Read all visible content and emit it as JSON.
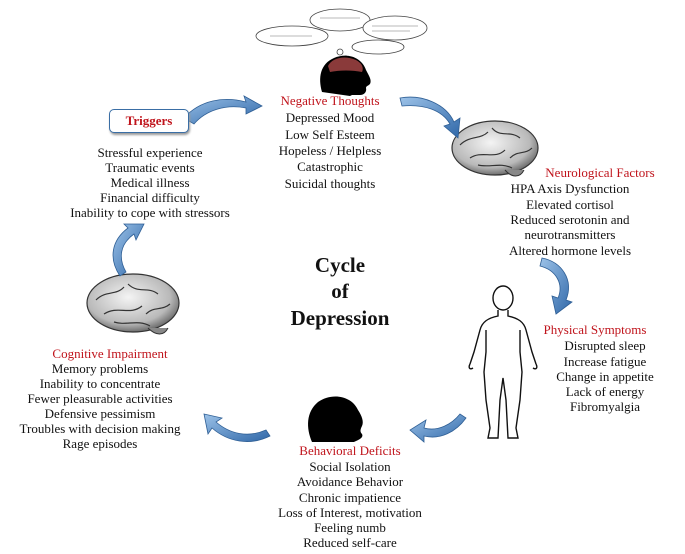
{
  "title": {
    "line1": "Cycle",
    "line2": "of",
    "line3": "Depression"
  },
  "negative_thoughts": {
    "heading": "Negative Thoughts",
    "items": [
      "Depressed Mood",
      "Low Self Esteem",
      "Hopeless / Helpless",
      "Catastrophic",
      "Suicidal thoughts"
    ]
  },
  "neurological": {
    "heading": "Neurological Factors",
    "items": [
      "HPA Axis Dysfunction",
      "Elevated cortisol",
      "Reduced serotonin and",
      "neurotransmitters",
      "Altered hormone levels"
    ]
  },
  "physical": {
    "heading": "Physical Symptoms",
    "items": [
      "Disrupted sleep",
      "Increase fatigue",
      "Change in appetite",
      "Lack of energy",
      "Fibromyalgia"
    ]
  },
  "behavioral": {
    "heading": "Behavioral Deficits",
    "items": [
      "Social Isolation",
      "Avoidance Behavior",
      "Chronic impatience",
      "Loss of Interest, motivation",
      "Feeling numb",
      "Reduced self-care"
    ]
  },
  "cognitive": {
    "heading": "Cognitive Impairment",
    "items": [
      "Memory problems",
      "Inability to concentrate",
      "Fewer pleasurable activities",
      "Defensive pessimism",
      "Troubles with decision making",
      "Rage episodes"
    ]
  },
  "triggers": {
    "heading": "Triggers",
    "items": [
      "Stressful experience",
      "Traumatic events",
      "Medical illness",
      "Financial difficulty",
      "Inability to cope with stressors"
    ]
  },
  "colors": {
    "heading": "#c0141c",
    "arrow": "#4a7fb8",
    "text": "#111111"
  },
  "icons": [
    "thought-bubble-icon",
    "head-silhouette-icon",
    "brain-icon",
    "human-body-outline-icon"
  ]
}
